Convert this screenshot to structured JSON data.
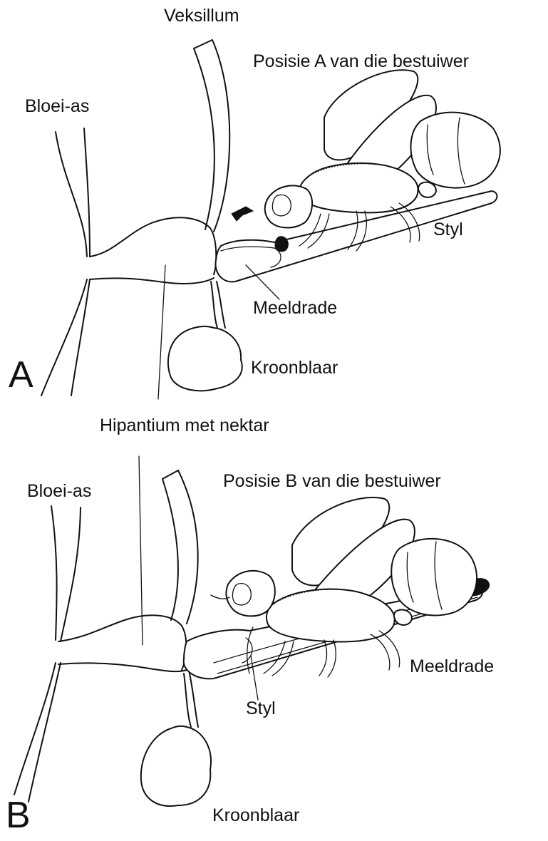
{
  "panel_a": {
    "letter": "A",
    "labels": {
      "vexillum": "Veksillum",
      "pollinator_position": "Posisie A van die bestuiwer",
      "inflorescence_axis": "Bloei-as",
      "style": "Styl",
      "stamens": "Meeldrade",
      "petal": "Kroonblaar"
    }
  },
  "shared": {
    "hypanthium": "Hipantium met nektar"
  },
  "panel_b": {
    "letter": "B",
    "labels": {
      "inflorescence_axis": "Bloei-as",
      "pollinator_position": "Posisie B van die bestuiwer",
      "stamens": "Meeldrade",
      "style": "Styl",
      "petal": "Kroonblaar"
    }
  }
}
